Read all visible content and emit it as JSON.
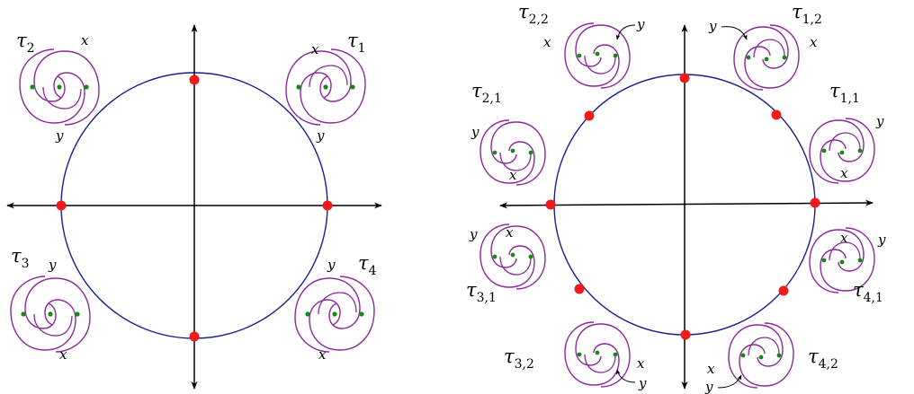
{
  "colors": {
    "circle": "#1c1c8c",
    "axis": "#000000",
    "curve": "#8a2a9a",
    "puncture": "#148a14",
    "marked_point": "#ee1c1c"
  },
  "left": {
    "tau1": {
      "symbol": "τ",
      "sub": "1",
      "x": "x",
      "y": "y"
    },
    "tau2": {
      "symbol": "τ",
      "sub": "2",
      "x": "x",
      "y": "y"
    },
    "tau3": {
      "symbol": "τ",
      "sub": "3",
      "x": "x",
      "y": "y"
    },
    "tau4": {
      "symbol": "τ",
      "sub": "4",
      "x": "x",
      "y": "y"
    }
  },
  "right": {
    "tau11": {
      "symbol": "τ",
      "sub": "1,1",
      "x": "x",
      "y": "y"
    },
    "tau12": {
      "symbol": "τ",
      "sub": "1,2",
      "x": "x",
      "y": "y"
    },
    "tau21": {
      "symbol": "τ",
      "sub": "2,1",
      "x": "x",
      "y": "y"
    },
    "tau22": {
      "symbol": "τ",
      "sub": "2,2",
      "x": "x",
      "y": "y"
    },
    "tau31": {
      "symbol": "τ",
      "sub": "3,1",
      "x": "x",
      "y": "y"
    },
    "tau32": {
      "symbol": "τ",
      "sub": "3,2",
      "x": "x",
      "y": "y"
    },
    "tau41": {
      "symbol": "τ",
      "sub": "4,1",
      "x": "x",
      "y": "y"
    },
    "tau42": {
      "symbol": "τ",
      "sub": "4,2",
      "x": "x",
      "y": "y"
    }
  }
}
